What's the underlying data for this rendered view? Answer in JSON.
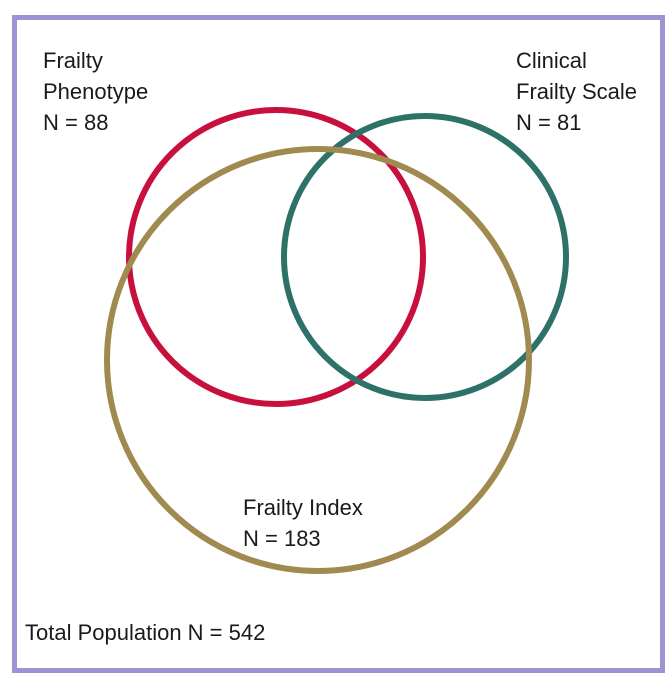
{
  "diagram": {
    "type": "venn",
    "sets": [
      {
        "id": "frailty_phenotype",
        "name_lines": [
          "Frailty",
          "Phenotype"
        ],
        "count_label": "N = 88",
        "n": 88,
        "color": "#c8103e"
      },
      {
        "id": "clinical_frailty_scale",
        "name_lines": [
          "Clinical",
          "Frailty Scale"
        ],
        "count_label": "N = 81",
        "n": 81,
        "color": "#2e7169"
      },
      {
        "id": "frailty_index",
        "name_lines": [
          "Frailty Index"
        ],
        "count_label": "N = 183",
        "n": 183,
        "color": "#a18a50"
      }
    ],
    "total_label": "Total Population N = 542",
    "total_n": 542,
    "frame_color": "#9b93d3"
  }
}
